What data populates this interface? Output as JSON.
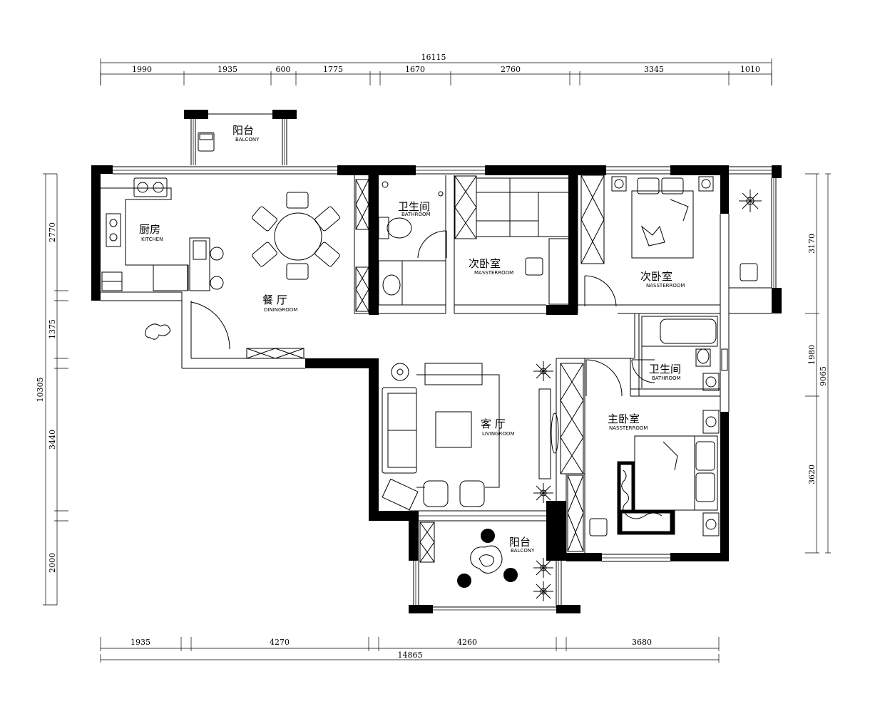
{
  "dimensions": {
    "top_total": "16115",
    "top": [
      "1990",
      "1935",
      "600",
      "1775",
      "1670",
      "2760",
      "3345",
      "1010"
    ],
    "bottom_total": "14865",
    "bottom": [
      "1935",
      "4270",
      "4260",
      "3680"
    ],
    "left_total": "10305",
    "left": [
      "2770",
      "1375",
      "3440",
      "2000"
    ],
    "right_total": "9065",
    "right": [
      "3170",
      "1980",
      "3620"
    ]
  },
  "rooms": {
    "balcony_top_cn": "阳台",
    "balcony_top_en": "BALCONY",
    "kitchen_cn": "厨房",
    "kitchen_en": "KITCHEN",
    "dining_cn": "餐 厅",
    "dining_en": "DININGROOM",
    "bath1_cn": "卫生间",
    "bath1_en": "BATHROOM",
    "bed2_cn": "次卧室",
    "bed2_en": "MASSTERROOM",
    "bed3_cn": "次卧室",
    "bed3_en": "NASSTERROOM",
    "bath2_cn": "卫生间",
    "bath2_en": "BATHROOM",
    "living_cn": "客 厅",
    "living_en": "LIVINGROOM",
    "master_cn": "主卧室",
    "master_en": "NASSTERROOM",
    "balcony_bottom_cn": "阳台",
    "balcony_bottom_en": "BALCONY"
  }
}
